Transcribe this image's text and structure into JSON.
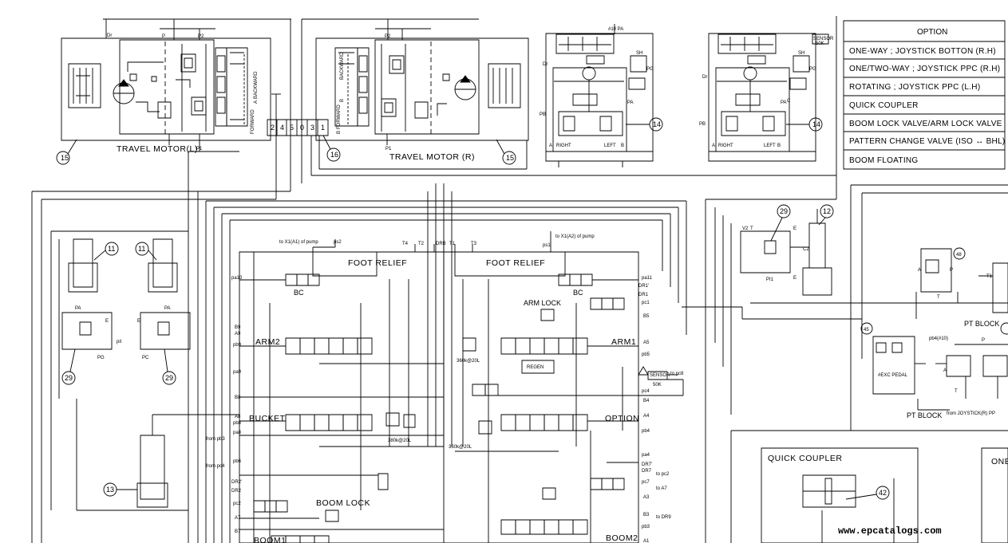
{
  "travel_motor_l": {
    "title": "TRAVEL MOTOR(L)",
    "ports": [
      "Dr",
      "P",
      "P2",
      "P1"
    ],
    "dir": [
      "BACKWARD",
      "A",
      "FORWARD"
    ],
    "ref": "15"
  },
  "travel_motor_r": {
    "title": "TRAVEL MOTOR (R)",
    "ports": [
      "P2",
      "P1"
    ],
    "dir": [
      "BACKWARD",
      "B",
      "FORWARD",
      "B"
    ],
    "ref": "15"
  },
  "swivel": {
    "ports": [
      "2",
      "4",
      "5",
      "0",
      "3",
      "1"
    ],
    "ref": "16"
  },
  "ppc_left": {
    "ports": [
      "Dr",
      "PB",
      "A",
      "B",
      "SH",
      "PG",
      "PA"
    ],
    "right": "RIGHT",
    "left": "LEFT",
    "ref": "14",
    "flow": "#10 PA"
  },
  "ppc_right": {
    "ports": [
      "Dr",
      "PB",
      "A",
      "B",
      "SH",
      "PG",
      "PA",
      "C"
    ],
    "right": "RIGHT",
    "left": "LEFT",
    "ref": "14",
    "sensor": [
      "SENSOR",
      "50K"
    ]
  },
  "option_table": {
    "header": "OPTION",
    "rows": [
      "ONE-WAY ; JOYSTICK BOTTON (R.H)",
      "ONE/TWO-WAY ; JOYSTICK PPC (R.H)",
      "ROTATING ; JOYSTICK PPC (L.H)",
      "QUICK COUPLER",
      "BOOM LOCK VALVE/ARM LOCK VALVE",
      "PATTERN CHANGE VALVE (ISO ↔ BHL)",
      "BOOM FLOATING"
    ]
  },
  "control_valve": {
    "top_left": "to X1(A1) of pump",
    "top_right": "to X1(A2) of pump",
    "ports_top": [
      "ps2",
      "T4",
      "T2",
      "DRB",
      "T1",
      "T3",
      "ps1"
    ],
    "foot_relief": "FOOT RELIEF",
    "bc": "BC",
    "arm_lock": "ARM LOCK",
    "arm1": "ARM1",
    "arm2": "ARM2",
    "bucket": "BUCKET",
    "option": "OPTION",
    "boom_lock": "BOOM LOCK",
    "boom1": "BOOM1",
    "boom2": "BOOM2",
    "regen": "REGEN",
    "sensor": [
      "SENSOR",
      "50K"
    ],
    "to_pc8": "to pc8",
    "relief1": "360k@20L",
    "relief2": "380k@20L",
    "relief3": "360k@20L",
    "left_ports": [
      "pa10",
      "B9",
      "A9",
      "pb9",
      "pa9",
      "B8",
      "A8",
      "pb8",
      "pa8",
      "pb6",
      "DR2'",
      "DR2",
      "pc2",
      "A7",
      "B7"
    ],
    "left_from": [
      "from pb3",
      "from pc4"
    ],
    "right_ports": [
      "pa11",
      "DR1'",
      "DR1",
      "pc1",
      "B5",
      "A5",
      "pb5",
      "pc4",
      "B4",
      "A4",
      "pb4",
      "pa4",
      "DR7'",
      "DR7",
      "pc7",
      "A3",
      "B3",
      "pb3",
      "A1"
    ],
    "right_to": [
      "to pc2",
      "to A7",
      "to DR9"
    ]
  },
  "cylinders": {
    "left_ref": "11",
    "right_ref": "11",
    "valve_left_ref": "29",
    "valve_right_ref": "29",
    "ports": [
      "PA",
      "E",
      "PG",
      "pil",
      "PC",
      "E",
      "PA"
    ],
    "bottom_ref": "13"
  },
  "boom_float": {
    "ref29": "29",
    "ref12": "12",
    "ports": [
      "V2",
      "T",
      "E",
      "C2",
      "PI1",
      "E"
    ]
  },
  "right_section": {
    "ref48": "48",
    "ref45": "45",
    "pt_block": "PT BLOCK",
    "pt_block2": "PT BLOCK",
    "pb4": "pb4(#10)",
    "from_joystick": "from JOYSTICK(R) PP",
    "pedal": "#EXC PEDAL",
    "t1": "T1",
    "labels": [
      "A",
      "P",
      "T",
      "A",
      "T",
      "P"
    ]
  },
  "quick_coupler": {
    "title": "QUICK COUPLER",
    "ref": "42"
  },
  "one_box": {
    "title": "ONE"
  },
  "watermark": "www.epcatalogs.com"
}
